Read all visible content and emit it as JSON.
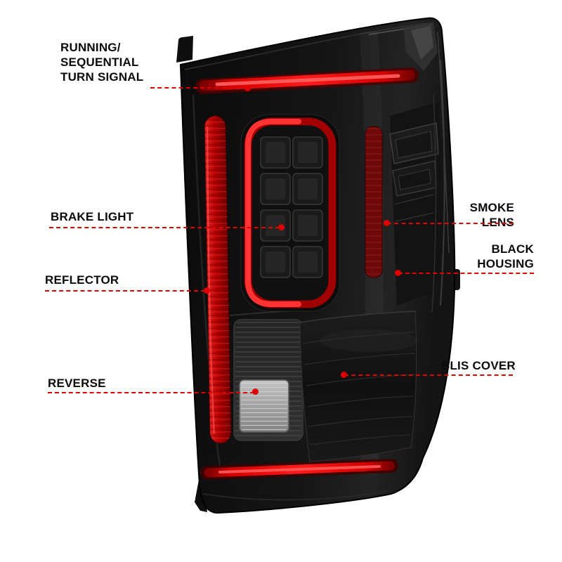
{
  "page": {
    "background": "#ffffff"
  },
  "diagram": {
    "subject": "truck-tail-light-feature-diagram",
    "colors": {
      "callout_line": "#e10000",
      "callout_dot": "#e10000",
      "label_text": "#0a0a0a",
      "lamp_red": "#e00000",
      "housing_black": "#141414"
    },
    "callouts": [
      {
        "id": "running-sequential-turn-signal",
        "label": "RUNNING/\nSEQUENTIAL\nTURN SIGNAL",
        "side": "left"
      },
      {
        "id": "brake-light",
        "label": "BRAKE LIGHT",
        "side": "left"
      },
      {
        "id": "reflector",
        "label": "REFLECTOR",
        "side": "left"
      },
      {
        "id": "reverse",
        "label": "REVERSE",
        "side": "left"
      },
      {
        "id": "smoke-lens",
        "label": "SMOKE LENS",
        "side": "right"
      },
      {
        "id": "black-housing",
        "label": "BLACK\nHOUSING",
        "side": "right"
      },
      {
        "id": "blis-cover",
        "label": "BLIS COVER",
        "side": "right"
      }
    ]
  }
}
